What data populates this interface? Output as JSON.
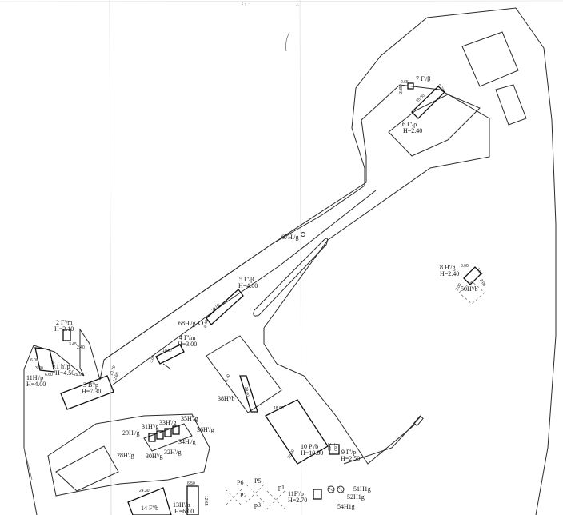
{
  "header": {
    "marks": [
      "ŕ 1 ˙",
      "∴"
    ]
  },
  "labels": {
    "b7": "7 Γ'/β",
    "b6": "6 Γ'/ρ",
    "b6h": "H=2.40",
    "p67": "67H'/g",
    "b8": "8 H'/g",
    "b8h": "H=2.40",
    "b50": "50H'/b",
    "b5": "5 Γ'/β",
    "b5h": "H=4.00",
    "p68": "68H'/g",
    "b4": "4 Γ'/m",
    "b4h": "H=3.00",
    "b2": "2 Γ'/m",
    "b2h": "H=2.10",
    "b1": "1 h'/p",
    "b1h": "H=4.50",
    "b11": "11H'/p",
    "b11h": "H=4.00",
    "b3": "3 B'/p",
    "b3h": "H=7.30",
    "b38": "38H'/b",
    "b29": "29H'/g",
    "b31": "31H'/g",
    "b33": "33H'/g",
    "b35": "35H'/g",
    "b36": "36H'/g",
    "b34": "34H'/g",
    "b28": "28H'/g",
    "b30": "30H'/g",
    "b32": "32H'/g",
    "b10": "10 P'/b",
    "b10h": "H=10.00",
    "b9": "9 Γ'/p",
    "b9h": "H=2.50",
    "b51": "51H1g",
    "b52": "52H1g",
    "b54": "54H1g",
    "b11f": "11F'/p",
    "b11fh": "H=2.70",
    "b14": "14 F'/b",
    "b13": "13H'/p",
    "b13h": "H=6.00",
    "p6": "P6",
    "p5": "P5",
    "p1": "p1",
    "p2": "P2",
    "p3": "p3"
  },
  "dims": {
    "d7a": "2.65",
    "d7b": "3.35",
    "d7c": "25.00",
    "d7d": "6.75",
    "d8a": "3.00",
    "d8b": "3.00",
    "d8c": "2.00",
    "d8d": "2.00",
    "d5": "23.07",
    "d5b": "6.40",
    "d4": "10.07",
    "d4b": "3.04",
    "d2a": "3.45",
    "d2b": "2.40",
    "d2c": "25.00",
    "d2d": "10.70",
    "d11a": "6.00",
    "d11b": "3.30",
    "d11c": "6.60",
    "d3": "29.90",
    "d3b": "12.60",
    "d38a": "3.70",
    "d38b": "28.00",
    "d10a": "18.60",
    "d10b": "32.00",
    "d10c": "3.60",
    "d10d": "3.80",
    "d14": "24.30",
    "d13a": "6.50",
    "d13b": "12.65"
  }
}
